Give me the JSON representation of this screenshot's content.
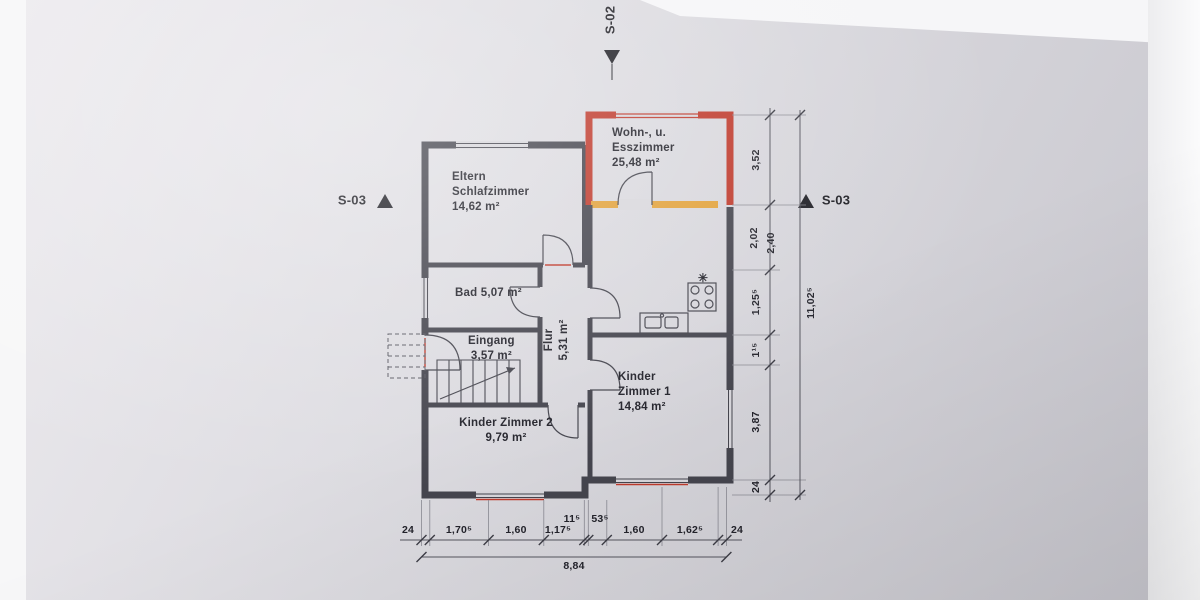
{
  "section_markers": {
    "top": "S-02",
    "left": "S-03",
    "right": "S-03"
  },
  "rooms": {
    "eltern": {
      "line1": "Eltern",
      "line2": "Schlafzimmer",
      "line3": "14,62 m²"
    },
    "wohn_ess": {
      "line1": "Wohn-, u.",
      "line2": "Esszimmer",
      "line3": "25,48 m²"
    },
    "bad": {
      "line1": "Bad 5,07 m²"
    },
    "eingang": {
      "line1": "Eingang",
      "line2": "3,57 m²"
    },
    "flur": {
      "line1": "Flur",
      "line2": "5,31 m²"
    },
    "kinder1": {
      "line1": "Kinder",
      "line2": "Zimmer 1",
      "line3": "14,84 m²"
    },
    "kinder2": {
      "line1": "Kinder Zimmer 2",
      "line2": "9,79 m²"
    }
  },
  "dimensions": {
    "right": {
      "segments": [
        "3,52",
        "2,02",
        "2,40",
        "1,25⁵",
        "1¹⁵",
        "3,87",
        "24"
      ],
      "total": "11,02⁵"
    },
    "bottom": {
      "segments": [
        "24",
        "1,70⁵",
        "1,60",
        "1,17⁵",
        "11⁵",
        "53⁵",
        "1,60",
        "1,62⁵",
        "24"
      ],
      "total": "8,84"
    }
  },
  "symbols": {
    "kitchen_star": "✳"
  },
  "colors": {
    "wall": "#45454e",
    "accent_red": "#bf3a2c",
    "accent_orange": "#e2a23b",
    "paper": "#d8d7dc"
  }
}
